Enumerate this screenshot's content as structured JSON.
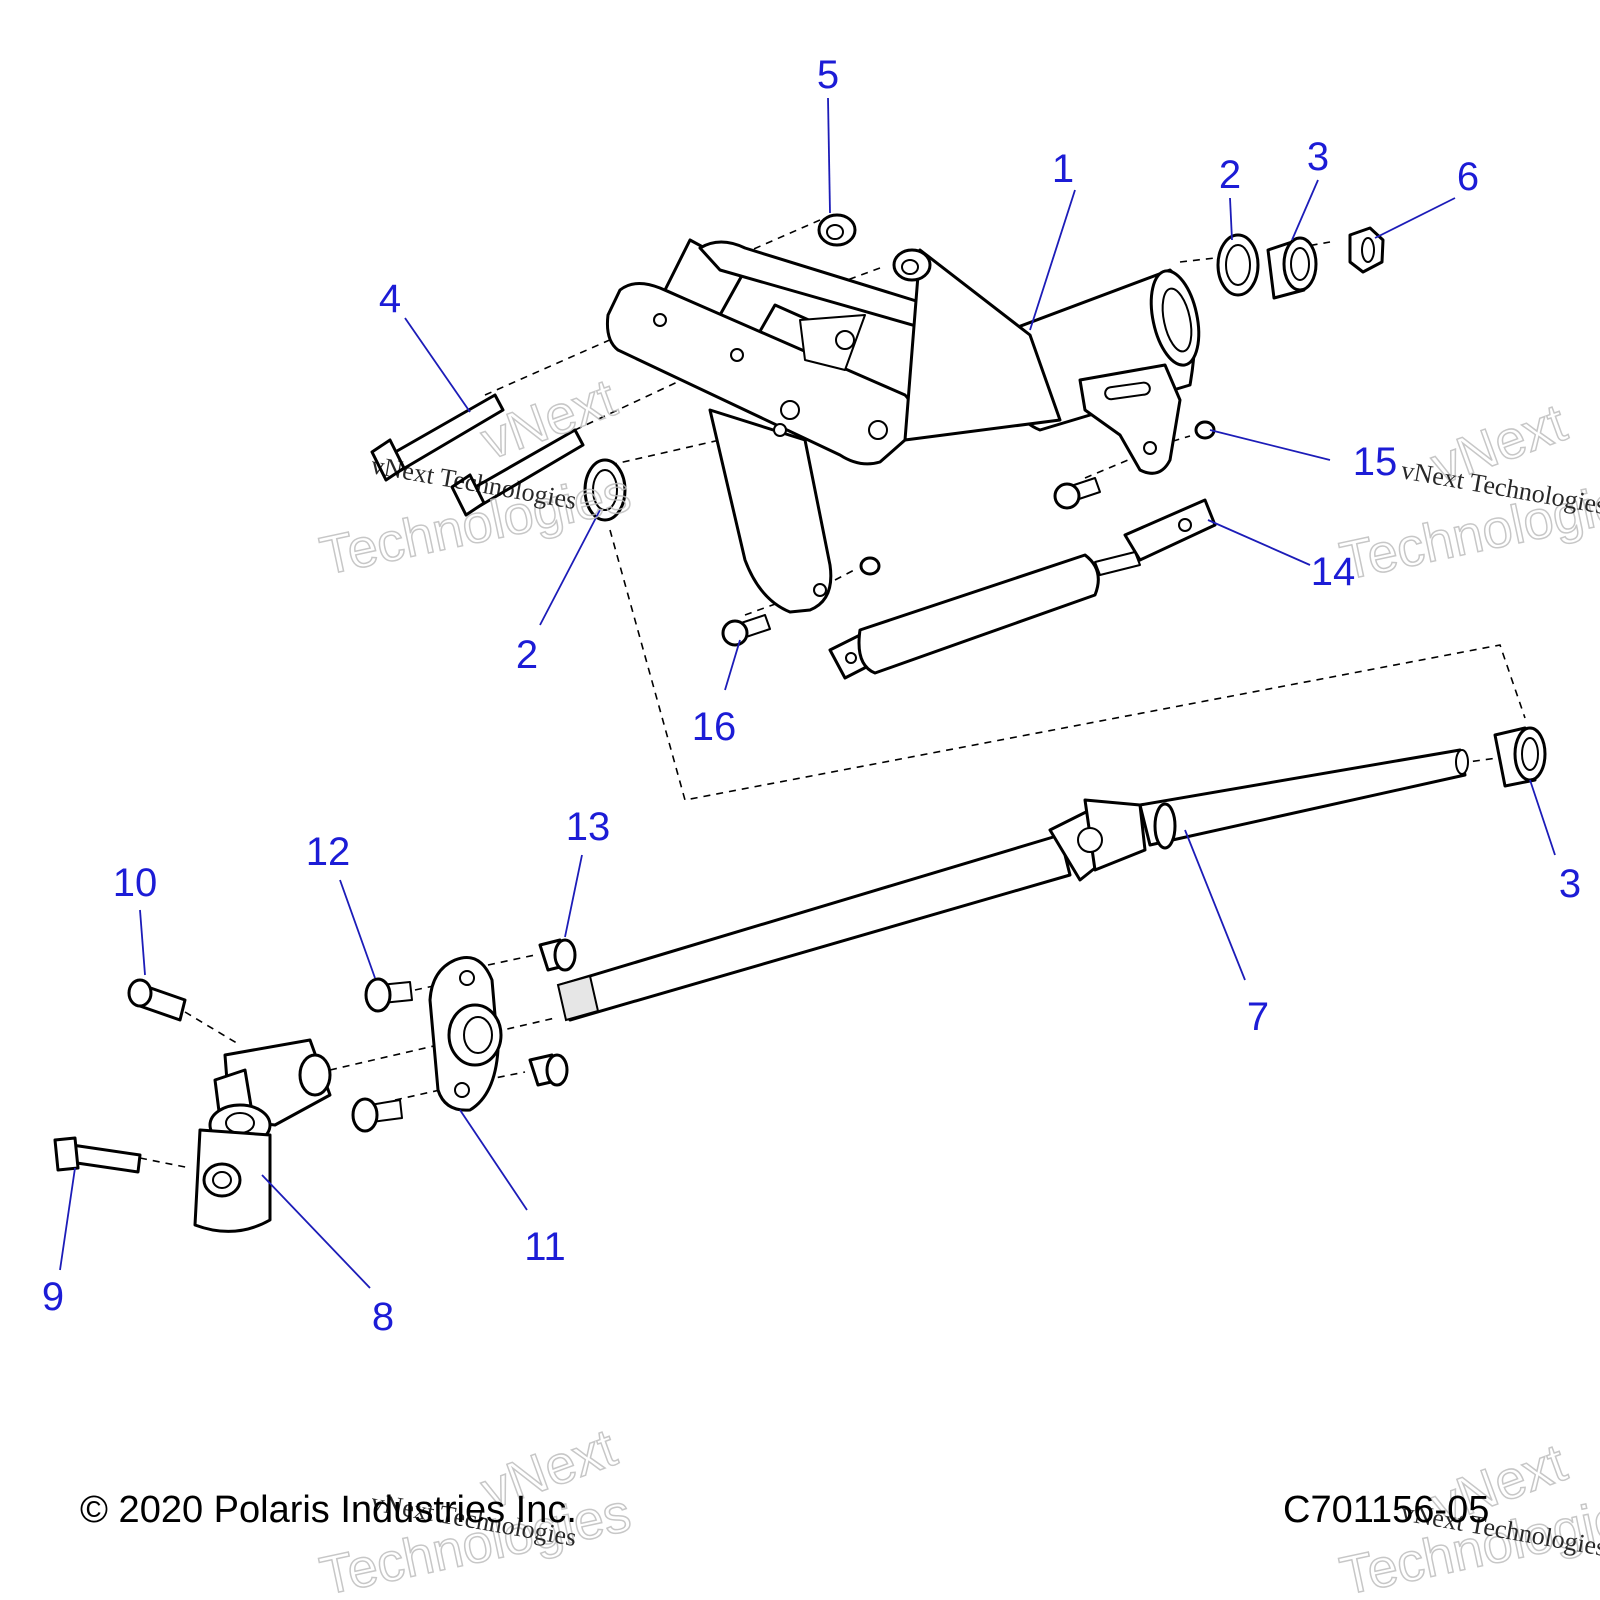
{
  "callouts": [
    {
      "label": "1"
    },
    {
      "label": "2"
    },
    {
      "label": "3"
    },
    {
      "label": "6"
    },
    {
      "label": "5"
    },
    {
      "label": "4"
    },
    {
      "label": "15"
    },
    {
      "label": "14"
    },
    {
      "label": "2"
    },
    {
      "label": "16"
    },
    {
      "label": "3"
    },
    {
      "label": "7"
    },
    {
      "label": "13"
    },
    {
      "label": "12"
    },
    {
      "label": "10"
    },
    {
      "label": "11"
    },
    {
      "label": "9"
    },
    {
      "label": "8"
    }
  ],
  "footer": {
    "copyright": "© 2020 Polaris Industries Inc.",
    "drawing_code": "C701156-05"
  },
  "watermark": {
    "line1": "vNext",
    "line2": "Technologies",
    "serif_text": "vNext Technologies"
  },
  "colors": {
    "callout": "#1c1cd6",
    "line": "#000000",
    "watermark": "#bdbdbd"
  }
}
